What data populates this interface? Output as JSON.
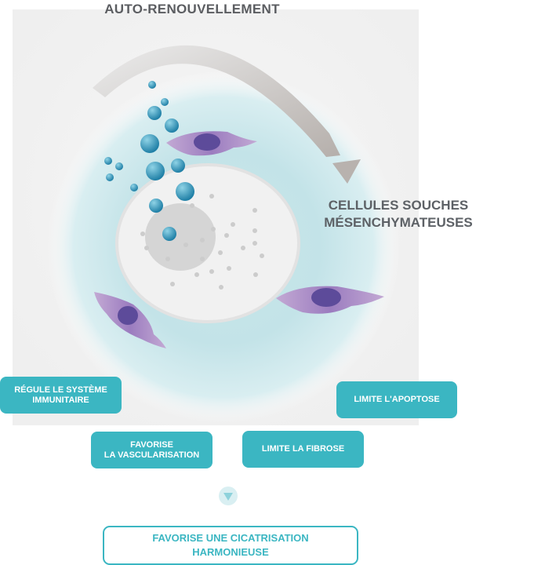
{
  "diagram": {
    "title": "AUTO-RENOUVELLEMENT",
    "cell_label": "CELLULES SOUCHES\nMÉSENCHYMATEUSES",
    "effects": [
      "RÉGULE LE SYSTÈME\nIMMUNITAIRE",
      "LIMITE L'APOPTOSE",
      "FAVORISE\nLA VASCULARISATION",
      "LIMITE LA FIBROSE"
    ],
    "result": "FAVORISE UNE CICATRISATION\nHARMONIEUSE"
  },
  "colors": {
    "accent": "#3bb6c2",
    "arrow": "#c9c4c1",
    "cell_purple": "#8f6fae",
    "nucleus": "#5d4b9a",
    "vesicle": "#2e8fb0"
  },
  "icons": {
    "cycle_arrow": "curved-arrow-icon",
    "down_arrow": "triangle-down-icon"
  }
}
